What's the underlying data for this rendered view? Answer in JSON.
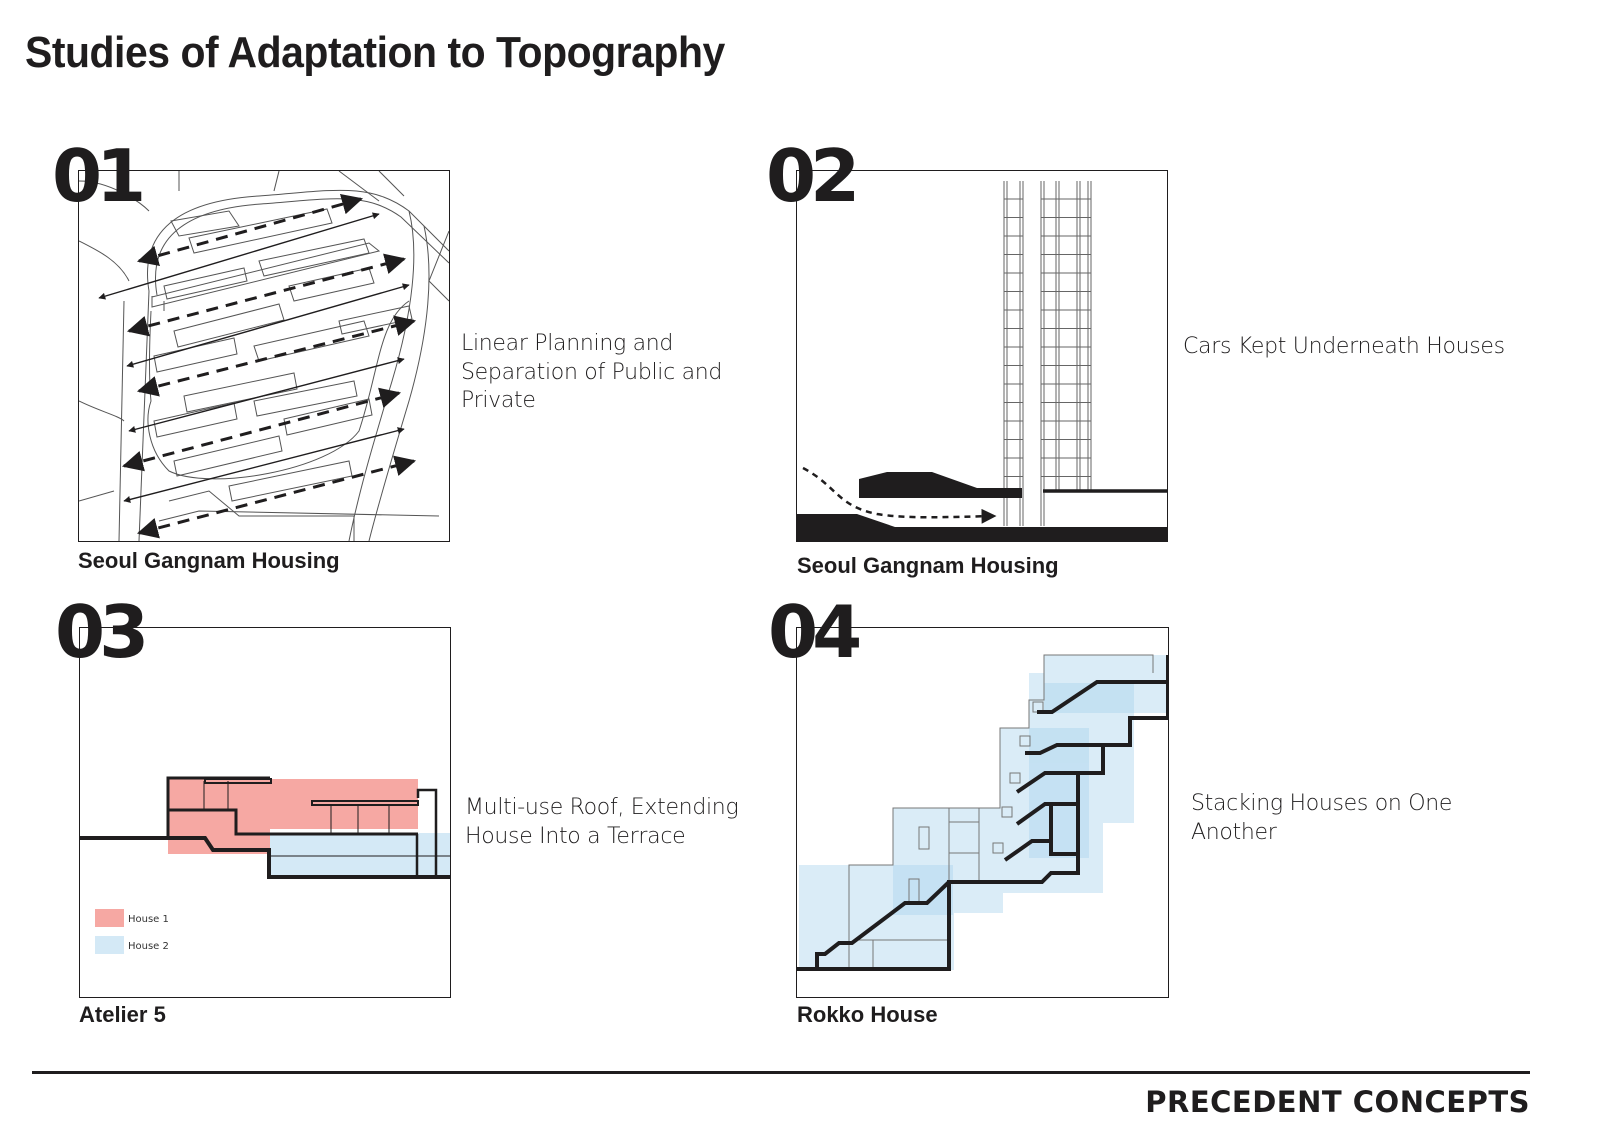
{
  "page": {
    "title": "Studies of Adaptation to Topography",
    "footer": "PRECEDENT CONCEPTS"
  },
  "colors": {
    "ink": "#1f1d1e",
    "house1": "#f6a8a3",
    "house2": "#d4e9f6",
    "house2_dark": "#bfdff1"
  },
  "panels": [
    {
      "number": "01",
      "caption": "Seoul Gangnam Housing",
      "description": "Linear Planning and Separation of Public and Private",
      "drawing": "site-plan-with-circulation-arrows"
    },
    {
      "number": "02",
      "caption": "Seoul Gangnam Housing",
      "description": "Cars Kept Underneath Houses",
      "drawing": "section-with-tower-and-car-path"
    },
    {
      "number": "03",
      "caption": "Atelier 5",
      "description": "Multi-use Roof, Extending House Into a Terrace",
      "drawing": "section-two-houses",
      "legend": [
        {
          "label": "House 1",
          "color": "#f6a8a3"
        },
        {
          "label": "House 2",
          "color": "#d4e9f6"
        }
      ]
    },
    {
      "number": "04",
      "caption": "Rokko House",
      "description": "Stacking Houses on One Another",
      "drawing": "stepped-section-on-slope"
    }
  ]
}
